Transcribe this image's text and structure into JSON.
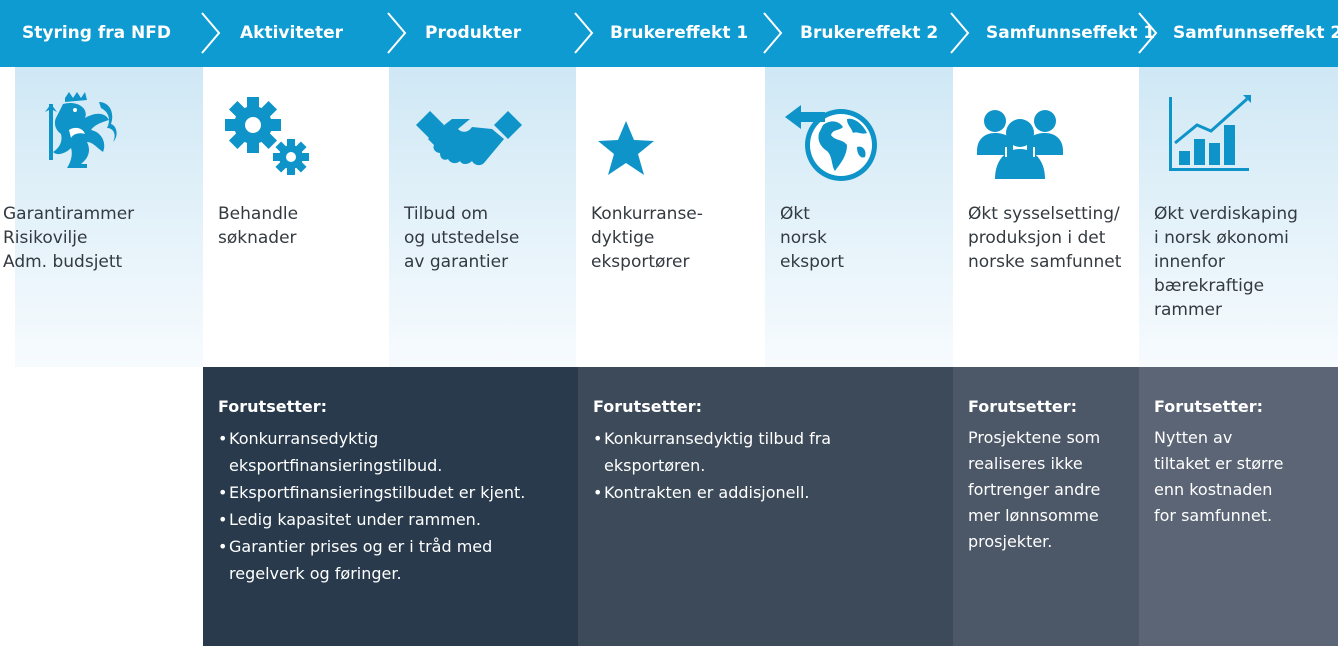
{
  "steps": [
    {
      "label": "Styring fra NFD",
      "text": "Garantirammer\nRisikovilje\nAdm. budsjett",
      "icon": "norway-lion-coat-of-arms-icon"
    },
    {
      "label": "Aktiviteter",
      "text": "Behandle\nsøknader",
      "icon": "gears-icon"
    },
    {
      "label": "Produkter",
      "text": "Tilbud om\nog utstedelse\nav garantier",
      "icon": "handshake-icon"
    },
    {
      "label": "Brukereffekt 1",
      "text": "Konkurranse-\ndyktige\neksportører",
      "icon": "star-icon"
    },
    {
      "label": "Brukereffekt 2",
      "text": "Økt\nnorsk\neksport",
      "icon": "globe-arrow-icon"
    },
    {
      "label": "Samfunnseffekt 1",
      "text": "Økt sysselsetting/\nproduksjon i det\nnorske samfunnet",
      "icon": "people-group-icon"
    },
    {
      "label": "Samfunnseffekt 2",
      "text": "Økt verdiskaping\ni norsk økonomi\ninnenfor\nbærekraftige\nrammer",
      "icon": "growth-chart-icon"
    }
  ],
  "panels": [
    {
      "title": "Forutsetter:",
      "items": [
        "Konkurransedyktig eksportfinansieringstilbud.",
        "Eksportfinansieringstilbudet er kjent.",
        "Ledig kapasitet under rammen.",
        "Garantier prises og er i tråd med regelverk og føringer."
      ]
    },
    {
      "title": "Forutsetter:",
      "items": [
        "Konkurransedyktig tilbud fra eksportøren.",
        "Kontrakten er addisjonell."
      ]
    },
    {
      "title": "Forutsetter:",
      "text": "Prosjektene som\nrealiseres ikke\nfortrenger andre\nmer lønnsomme\nprosjekter."
    },
    {
      "title": "Forutsetter:",
      "text": "Nytten av\ntiltaket er større\nenn kostnaden\nfor samfunnet."
    }
  ],
  "colors": {
    "header_blue": "#0d9bd1",
    "column_top": "#cfe8f5",
    "column_bottom": "#f7fbfe",
    "icon_blue": "#0f94c9",
    "panel_dark_1": "#283a4c",
    "panel_dark_2": "#3d4a59",
    "panel_dark_3": "#4c5768",
    "panel_dark_4": "#5b6575"
  }
}
